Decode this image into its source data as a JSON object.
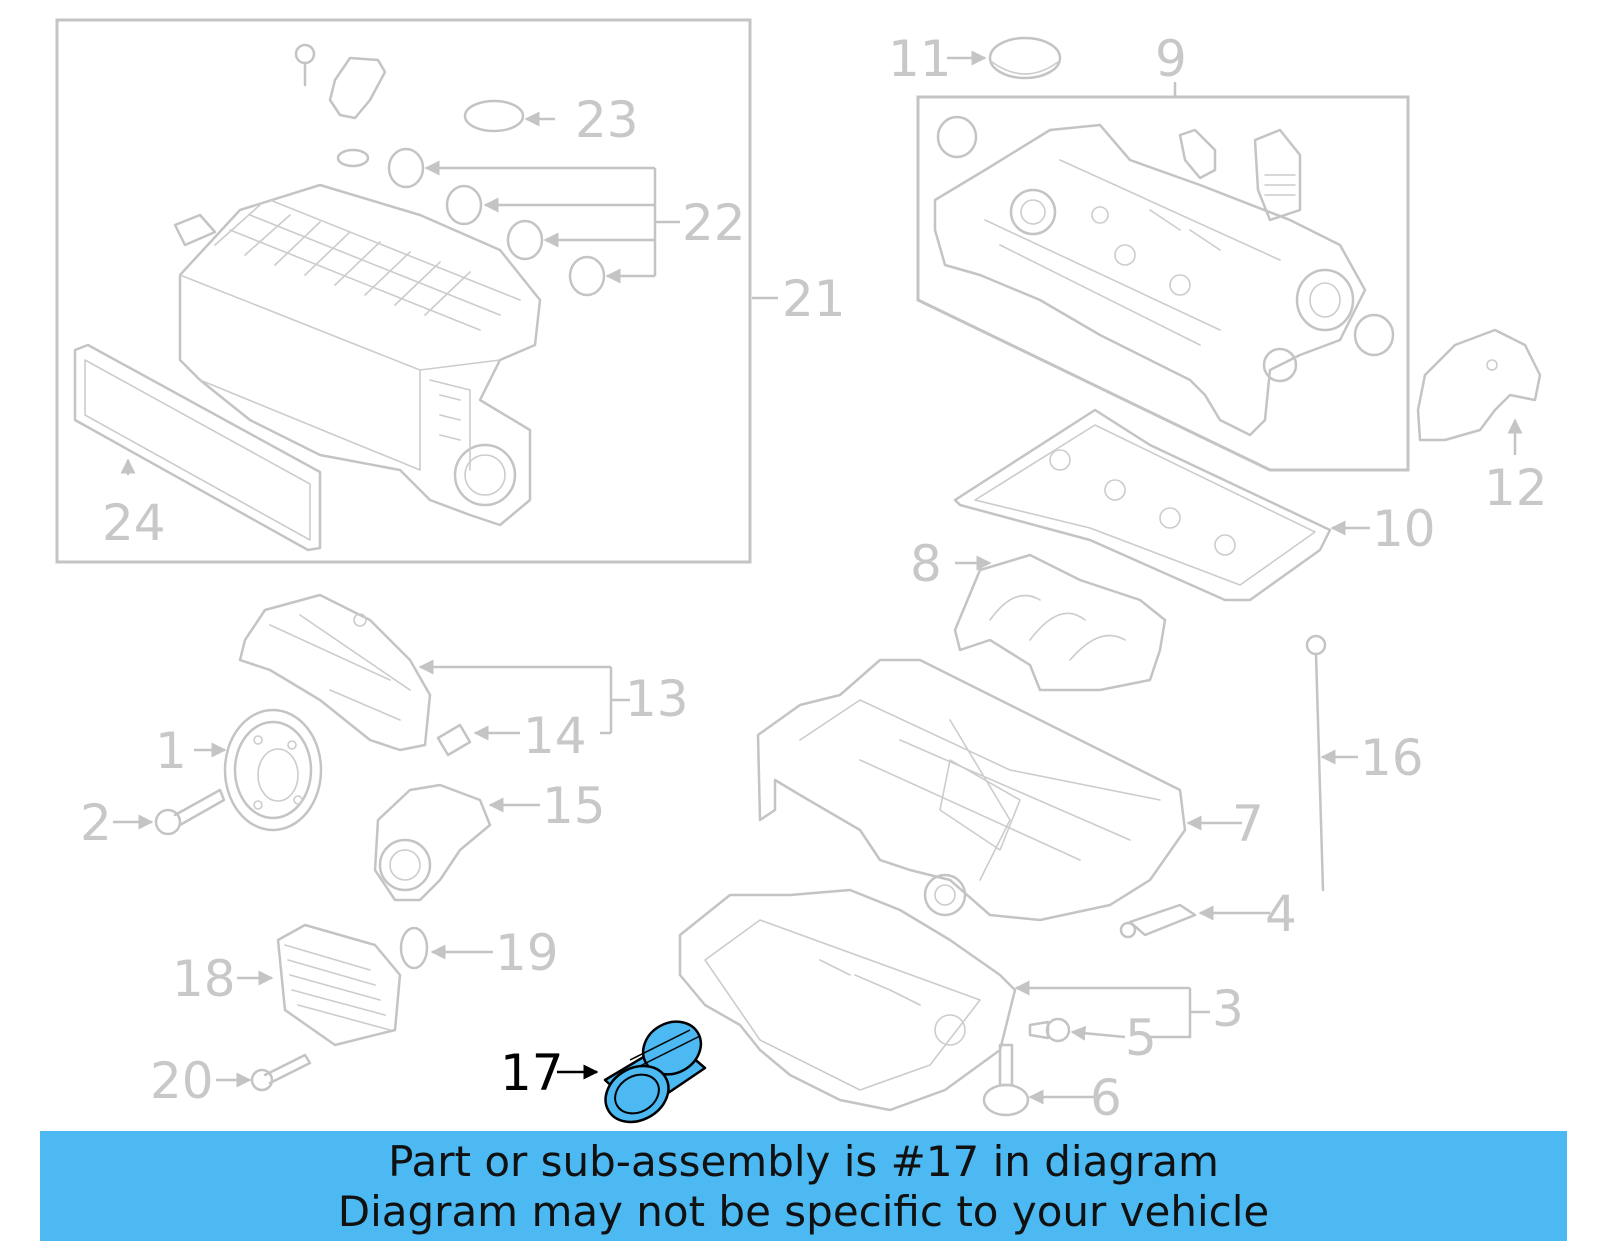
{
  "callouts": {
    "c1": "1",
    "c2": "2",
    "c3": "3",
    "c4": "4",
    "c5": "5",
    "c6": "6",
    "c7": "7",
    "c8": "8",
    "c9": "9",
    "c10": "10",
    "c11": "11",
    "c12": "12",
    "c13": "13",
    "c14": "14",
    "c15": "15",
    "c16": "16",
    "c17": "17",
    "c18": "18",
    "c19": "19",
    "c20": "20",
    "c21": "21",
    "c22": "22",
    "c23": "23",
    "c24": "24"
  },
  "highlight": {
    "part_number": "17",
    "color": "#4cb9f2"
  },
  "colors": {
    "banner": "#4cb9f2",
    "linework": "#c4c4c4",
    "text_dim": "#c8c8c8",
    "text_highlight": "#000000"
  },
  "banner": {
    "line1": "Part or sub-assembly is #17 in diagram",
    "line2": "Diagram may not be specific to your vehicle"
  }
}
